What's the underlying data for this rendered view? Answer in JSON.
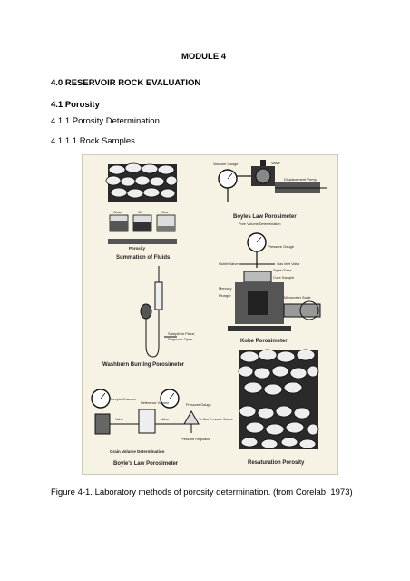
{
  "module_title": "MODULE 4",
  "section": "4.0 RESERVOIR ROCK EVALUATION",
  "subsection": "4.1    Porosity",
  "subsubsection": "4.1.1   Porosity Determination",
  "subsubsubsection": "4.1.1.1  Rock Samples",
  "figure": {
    "labels": {
      "vacuum_gauge": "Vacuum Gauge",
      "valve_top": "Valve",
      "displacement_pump": "Displacement Pump",
      "water": "Water",
      "oil": "Oil",
      "gas": "Gas",
      "porosity": "Porosity",
      "summation_title": "Summation of Fluids",
      "boyles_title": "Boyles Law Porosimeter",
      "pore_volume": "Pore Volume Determination",
      "pressure_gauge": "Pressure Gauge",
      "outlet_valve": "Outlet Valve",
      "gas_inlet": "Gas Inlet Valve",
      "sight_glass": "Sight Glass",
      "core_sample": "Core Sample",
      "mercury": "Mercury",
      "plunger": "Plunger",
      "micrometer": "Micrometer Scale",
      "sample_in_place": "Sample In Place,",
      "stopcock_open": "Stopcock Open",
      "washburn_title": "Washburn Bunting Porosimeter",
      "kobe_title": "Kobe Porosimeter",
      "sample_chamber": "Sample Chamber",
      "reference_volume": "Reference Volume",
      "pressure_gauge_b": "Pressure Gauge",
      "valve_a": "Valve",
      "valve_b": "Valve",
      "to_gas_pressure": "To Gas Pressure Source",
      "pressure_regulator": "Pressure Regulator",
      "grain_volume": "Grain Volume Determination",
      "boyles_law_title": "Boyle's Law Porosimeter",
      "resaturation_title": "Resaturation Porosity"
    }
  },
  "caption": "Figure 4-1.  Laboratory methods of porosity determination.  (from Corelab, 1973)"
}
